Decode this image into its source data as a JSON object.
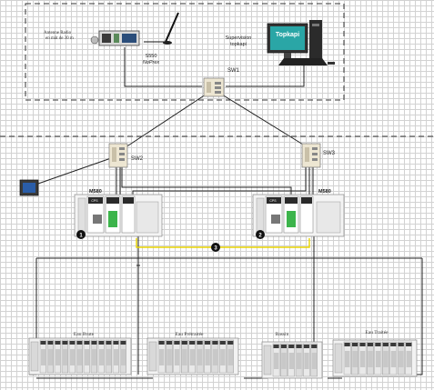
{
  "labels": {
    "antenna_caption_line1": "Antenne Radio",
    "antenna_caption_line2": "en mât de 30 m",
    "modem_line1": "S550",
    "modem_line2": "NoPrex",
    "supervision_line1": "Supervision",
    "supervision_line2": "topkapi",
    "topkapi_logo": "Topkapi",
    "sw1": "SW1",
    "sw2": "SW2",
    "sw3": "SW3",
    "plc_left_title": "M580",
    "plc_right_title": "M580",
    "cps": "CPS",
    "num_1": "1",
    "num_2": "2",
    "num_3": "3",
    "rack1": "Eau Brute",
    "rack2": "Eau Prétraitée",
    "rack3": "Bassin",
    "rack4": "Eau Traitée"
  },
  "colors": {
    "line": "#222222",
    "dashed": "#333333",
    "yellow_link": "#e8d400",
    "switch_body": "#ede6d2",
    "screen_teal": "#2aa6a6",
    "plc_green": "#3cb44b"
  }
}
